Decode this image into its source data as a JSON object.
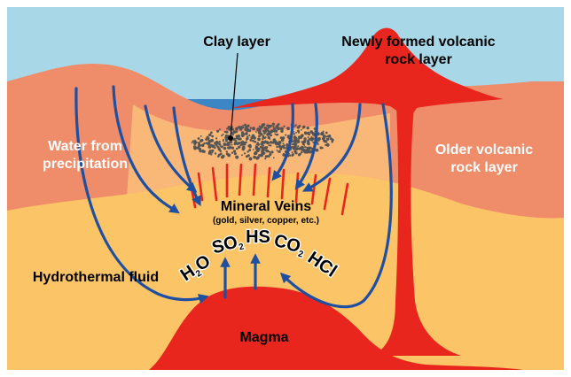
{
  "labels": {
    "clay_layer": "Clay layer",
    "new_rock_line1": "Newly formed volcanic",
    "new_rock_line2": "rock layer",
    "water_line1": "Water from",
    "water_line2": "precipitation",
    "older_rock_line1": "Older volcanic",
    "older_rock_line2": "rock layer",
    "mineral_veins": "Mineral Veins",
    "mineral_examples": "(gold, silver, copper, etc.)",
    "hydrothermal_fluid": "Hydrothermal fluid",
    "magma": "Magma"
  },
  "gases": [
    {
      "base": "H",
      "sub": "2",
      "tail": "O"
    },
    {
      "base": "SO",
      "sub": "2",
      "tail": ""
    },
    {
      "base": "HS",
      "sub": "",
      "tail": ""
    },
    {
      "base": "CO",
      "sub": "2",
      "tail": ""
    },
    {
      "base": "HCl",
      "sub": "",
      "tail": ""
    }
  ],
  "colors": {
    "sky": "#a8d8e8",
    "sea": "#3d86c6",
    "older_rock": "#ef8c6a",
    "altered_zone": "#f9b878",
    "deep_zone": "#fbc466",
    "magma": "#e8261e",
    "arrow": "#1f4fa0",
    "clay": "#555555"
  }
}
